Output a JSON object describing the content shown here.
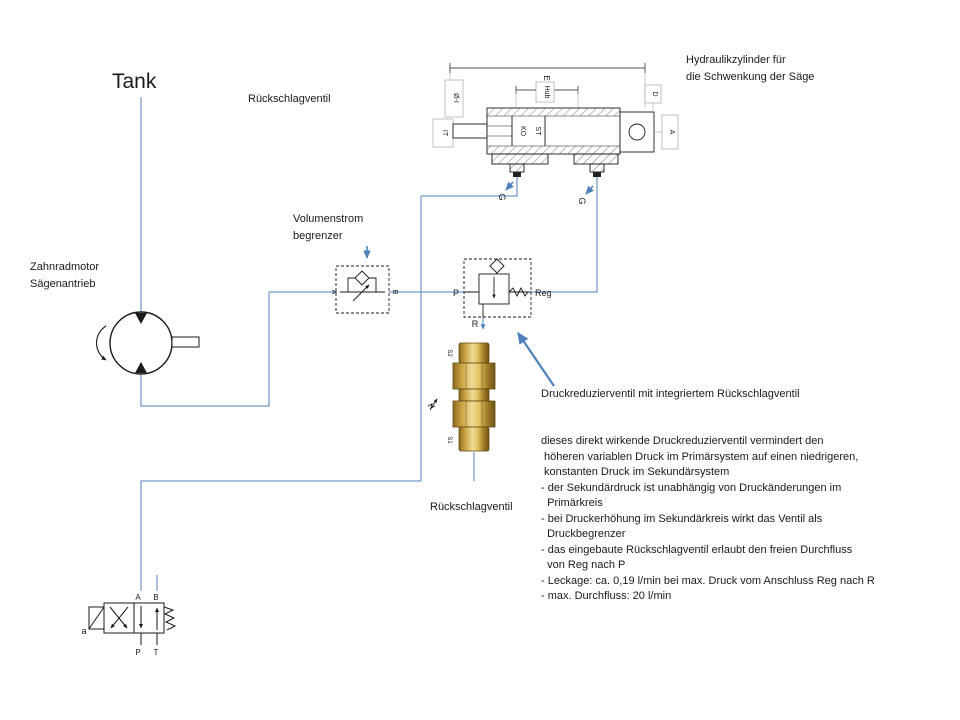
{
  "colors": {
    "line_blue": "#4f81bd",
    "drawing": "#1a1a1a",
    "brass_light": "#f0dc96",
    "brass_dark": "#6e5417"
  },
  "labels": {
    "tank": "Tank",
    "check_valve_top": "Rückschlagventil",
    "check_valve_bottom": "Rückschlagventil",
    "cylinder_caption_1": "Hydraulikzylinder für",
    "cylinder_caption_2": "die Schwenkung der Säge",
    "flow_limiter_1": "Volumenstrom",
    "flow_limiter_2": "begrenzer",
    "gear_motor_1": "Zahnradmotor",
    "gear_motor_2": "Sägenantrieb",
    "reducer_caption": "Druckreduzierventil mit integriertem Rückschlagventil"
  },
  "cylinder": {
    "dim_e": "E",
    "dim_hub": "Hub",
    "dim_ko": "KO",
    "dim_st": "ST",
    "dim_oi": "Ø-I",
    "dim_it": "IT",
    "dim_d": "D",
    "dim_a": "A",
    "port_g_left": "G",
    "port_g_right": "G"
  },
  "flow_limiter": {
    "port_a": "A",
    "port_b": "B"
  },
  "reducer": {
    "port_p": "P",
    "port_reg": "Reg",
    "port_r": "R"
  },
  "fitting": {
    "s2": "S2",
    "s1": "S1"
  },
  "dir_valve": {
    "port_a": "A",
    "port_b": "B",
    "port_p": "P",
    "port_t": "T",
    "pos_a": "a"
  },
  "description": [
    "dieses direkt wirkende Druckreduzierventil vermindert den",
    " höheren variablen Druck im Primärsystem auf einen niedrigeren,",
    " konstanten Druck im Sekundärsystem",
    "- der Sekundärdruck ist unabhängig von Druckänderungen im",
    "  Primärkreis",
    "- bei Druckerhöhung im Sekundärkreis wirkt das Ventil als",
    "  Druckbegrenzer",
    "- das eingebaute Rückschlagventil erlaubt den freien Durchfluss",
    "  von Reg nach P",
    "- Leckage: ca. 0,19 l/min bei max. Druck vom Anschluss Reg nach R",
    "- max. Durchfluss: 20 l/min"
  ]
}
